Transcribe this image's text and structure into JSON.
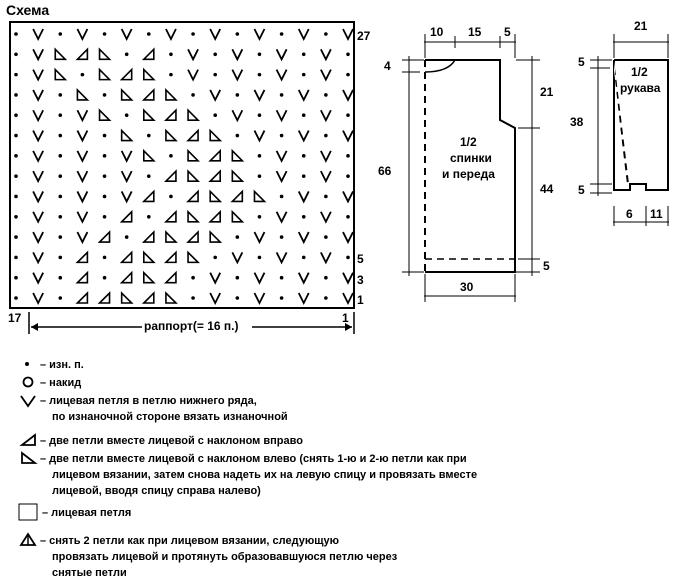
{
  "title": "Схема",
  "chart": {
    "rows_label_top": "27",
    "row_marks": [
      "5",
      "3",
      "1"
    ],
    "col_left": "17",
    "col_right": "1",
    "repeat_label": "раппорт(= 16 п.)",
    "pattern_rows": [
      "•V•V•V•V•V•V•V•V",
      "•V◣◢◣•◢•V•V•V•V•",
      "•V◣•◣◢◣•V•V•V•V•",
      "•V•◣•◣◢◣•V•V•V•V",
      "•V•V◣•◣◢◣•V•V•V•",
      "•V•V•◣•◣◢◣•V•V•V",
      "•V•V•V◣•◣◢◣•V•V•",
      "•V•V•V•◢◣◢◣•V•V•",
      "•V•V•V◢•◢◣◢◣•V•V",
      "•V•V•◢•◢◣◢◣•V•V•",
      "•V•V◢•◢◣◢◣•V•V•V",
      "•V•◢•◢◣◢◣•V•V•V•",
      "•V•◢•◢◣◢•V•V•V•V",
      "•V•◢◢◣◢◣•V•V•V•V"
    ]
  },
  "body_schema": {
    "top_dims": [
      "10",
      "15",
      "5"
    ],
    "left_top": "4",
    "height_total": "66",
    "right_top": "21",
    "right_mid": "44",
    "right_bottom": "5",
    "bottom_width": "30",
    "label_line1": "1/2",
    "label_line2": "спинки",
    "label_line3": "и переда"
  },
  "sleeve_schema": {
    "top_width": "21",
    "left_top": "5",
    "height": "38",
    "left_bottom": "5",
    "bottom_left": "6",
    "bottom_right": "11",
    "label_line1": "1/2",
    "label_line2": "рукава"
  },
  "legend": [
    {
      "symbol": "dot-icon",
      "text": "– изн. п."
    },
    {
      "symbol": "circle-icon",
      "text": "– накид"
    },
    {
      "symbol": "v-icon",
      "text": "– лицевая петля в петлю нижнего ряда,",
      "cont": "по изнаночной стороне вязать изнаночной"
    },
    {
      "symbol": "triangle-right-icon",
      "text": "– две петли вместе лицевой с наклоном вправо"
    },
    {
      "symbol": "triangle-left-icon",
      "text": "– две петли вместе лицевой с наклоном влево (снять 1-ю и 2-ю петли как при",
      "cont": "лицевом вязании, затем снова надеть их на левую спицу и провязать вместе",
      "cont2": "лицевой, вводя спицу справа налево)"
    },
    {
      "symbol": "empty-square-icon",
      "text": "– лицевая петля"
    },
    {
      "symbol": "triangle-center-icon",
      "text": "– снять 2 петли как при лицевом вязании, следующую",
      "cont": "провязать лицевой и протянуть образовавшуюся петлю через",
      "cont2": "снятые петли"
    }
  ]
}
